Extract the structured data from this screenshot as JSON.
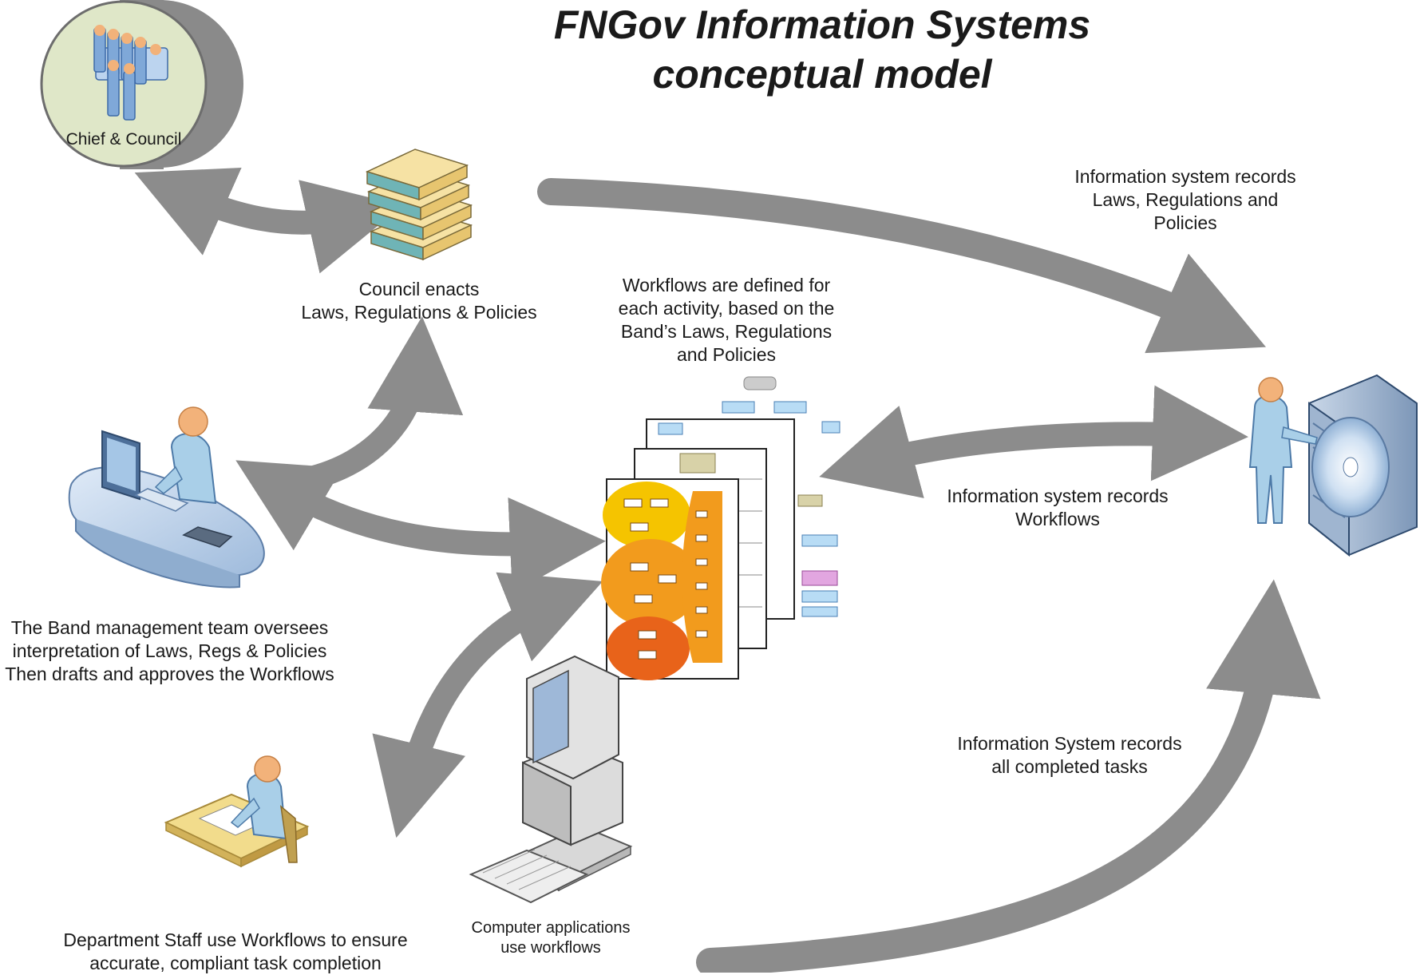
{
  "title": "FNGov Information Systems\nconceptual model",
  "labels": {
    "chief_council": "Chief & Council",
    "council_enacts": "Council enacts\nLaws, Regulations & Policies",
    "workflows_defined": "Workflows are defined for\neach activity, based on the\nBand’s Laws, Regulations\nand Policies",
    "is_records_laws": "Information system records\nLaws, Regulations and\nPolicies",
    "is_records_workflows": "Information system records\nWorkflows",
    "band_management": "The Band management team oversees\ninterpretation of Laws, Regs & Policies\nThen drafts and approves the Workflows",
    "is_records_tasks": "Information System records\nall completed tasks",
    "department_staff": "Department Staff use Workflows to ensure\naccurate, compliant task completion",
    "computer_apps": "Computer applications\nuse workflows"
  },
  "colors": {
    "arrow": "#8c8c8c",
    "circle_fill": "#dfe7c8",
    "circle_side": "#8a8a8a",
    "person_blue": "#a9cfe8",
    "skin": "#f2b27a",
    "book_yellow": "#f0d28a",
    "book_teal": "#6fb4b6",
    "flow_yellow": "#f5c400",
    "flow_orange": "#f29b1d",
    "flow_red": "#e8631a"
  },
  "icons": [
    "meeting-room-icon",
    "books-stack-icon",
    "manager-desk-icon",
    "workflow-documents-icon",
    "server-operator-icon",
    "staff-writing-icon",
    "desktop-computer-icon"
  ]
}
